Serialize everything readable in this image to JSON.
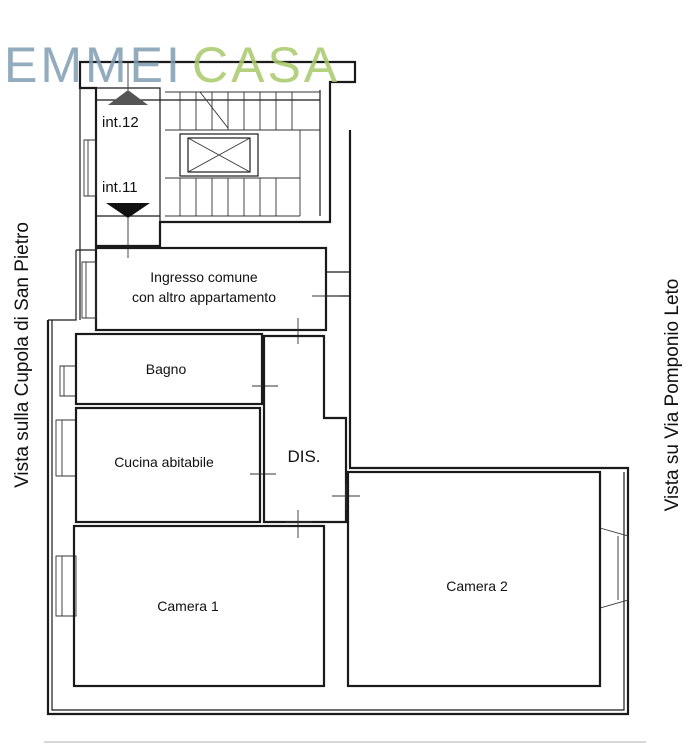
{
  "logo": {
    "part1": "EMMEI",
    "part2": "CASA",
    "color1": "#7f9db2",
    "color2": "#a7c96a"
  },
  "stairs": {
    "landing_upper": "int.12",
    "landing_lower": "int.11"
  },
  "rooms": {
    "entrance_line1": "Ingresso comune",
    "entrance_line2": "con altro appartamento",
    "bathroom": "Bagno",
    "kitchen": "Cucina abitabile",
    "hallway": "DIS.",
    "bedroom1": "Camera 1",
    "bedroom2": "Camera 2"
  },
  "views": {
    "left": "Vista sulla Cupola di San Pietro",
    "right": "Vista su Via Pomponio Leto"
  }
}
